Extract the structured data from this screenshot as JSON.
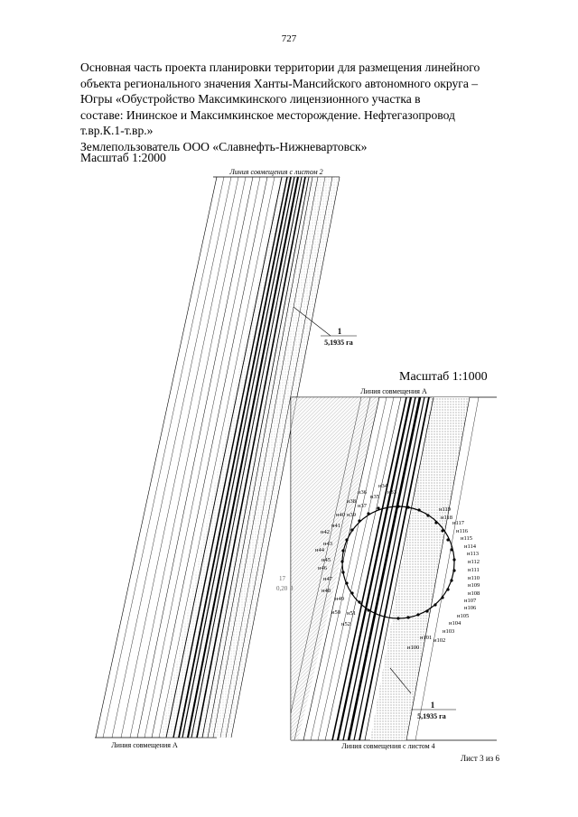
{
  "page_number": "727",
  "title_lines": [
    "Основная часть проекта планировки территории  для размещения линейного",
    "объекта регионального значения Ханты-Мансийского автономного округа –",
    "Югры   «Обустройство Максимкинского лицензионного участка в",
    "составе: Ининское и Максимкинское месторождение. Нефтегазопровод",
    "т.вр.К.1-т.вр.»",
    "Землепользователь ООО «Славнефть-Нижневартовск»"
  ],
  "scale_main": "Масштаб 1:2000",
  "scale_inset": "Масштаб 1:1000",
  "main_map": {
    "top_label": "Линия совмещения с листом 2",
    "bottom_label": "Линия совмещения А",
    "parcel_number": "1",
    "parcel_area": "5,1935 га"
  },
  "inset_map": {
    "top_label": "Линия совмещения А",
    "bottom_label": "Линия совмещения с листом 4",
    "parcel_number": "1",
    "parcel_area": "5,1935 га",
    "side_label_1": "17",
    "side_label_2": "0,20",
    "side_label_3": "3",
    "left_points": [
      "н34",
      "н33",
      "н36",
      "н35",
      "н38",
      "н37",
      "н40",
      "н39",
      "н41",
      "н42",
      "н43",
      "н44",
      "н45",
      "н46",
      "н47",
      "н48",
      "н49",
      "н50",
      "н51",
      "н52"
    ],
    "right_points": [
      "н119",
      "н118",
      "н117",
      "н116",
      "н115",
      "н114",
      "н113",
      "н112",
      "н111",
      "н110",
      "н109",
      "н108",
      "н107",
      "н106",
      "н105",
      "н104",
      "н103",
      "н102",
      "н101",
      "н100"
    ]
  },
  "sheet_label": "Лист 3 из 6"
}
